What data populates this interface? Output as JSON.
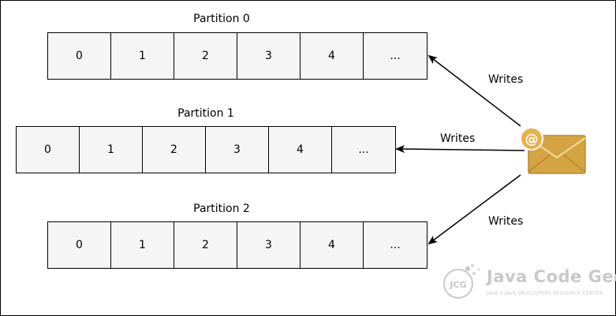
{
  "partitions": [
    {
      "title": "Partition 0",
      "cells": [
        "0",
        "1",
        "2",
        "3",
        "4",
        "..."
      ]
    },
    {
      "title": "Partition 1",
      "cells": [
        "0",
        "1",
        "2",
        "3",
        "4",
        "..."
      ]
    },
    {
      "title": "Partition 2",
      "cells": [
        "0",
        "1",
        "2",
        "3",
        "4",
        "..."
      ]
    }
  ],
  "arrows": {
    "label_top": "Writes",
    "label_middle": "Writes",
    "label_bottom": "Writes"
  },
  "producer": {
    "icon": "email-icon",
    "symbol": "@"
  },
  "watermark": {
    "logo_text": "JCG",
    "brand": "Java Code Geeks",
    "tagline": "JAVA 2 JAVA DEVELOPERS RESOURCE CENTER"
  },
  "colors": {
    "cell_fill": "#f5f5f5",
    "envelope": "#d4a442",
    "envelope_dark": "#b8892e",
    "at_badge": "#e8b04a"
  }
}
